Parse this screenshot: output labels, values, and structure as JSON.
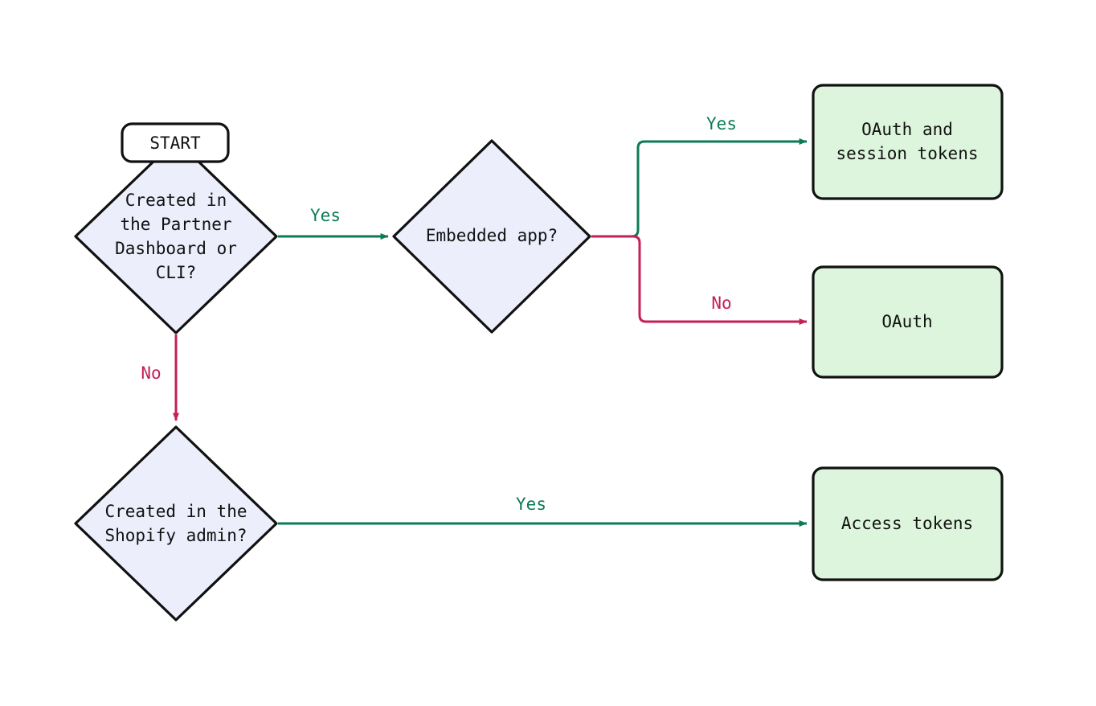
{
  "diagram": {
    "type": "flowchart",
    "orientation": "left-to-right",
    "background_color": "#ffffff",
    "colors": {
      "decision_fill": "#eceefc",
      "terminal_fill": "#ffffff",
      "result_fill": "#dcf5dc",
      "node_stroke": "#111111",
      "yes_edge": "#0b7a55",
      "no_edge": "#c51f56"
    },
    "nodes": {
      "start": {
        "label": "START",
        "shape": "rounded-rectangle"
      },
      "decision_partner": {
        "label_lines": [
          "Created in",
          "the Partner",
          "Dashboard or",
          "CLI?"
        ],
        "shape": "diamond"
      },
      "decision_embedded": {
        "label_lines": [
          "Embedded app?"
        ],
        "shape": "diamond"
      },
      "decision_admin": {
        "label_lines": [
          "Created in the",
          "Shopify admin?"
        ],
        "shape": "diamond"
      },
      "result_oauth_session": {
        "label_lines": [
          "OAuth and",
          "session tokens"
        ],
        "shape": "rounded-rectangle"
      },
      "result_oauth": {
        "label_lines": [
          "OAuth"
        ],
        "shape": "rounded-rectangle"
      },
      "result_access_tokens": {
        "label_lines": [
          "Access tokens"
        ],
        "shape": "rounded-rectangle"
      }
    },
    "edges": [
      {
        "id": "partner-yes",
        "from": "decision_partner",
        "to": "decision_embedded",
        "label": "Yes",
        "kind": "yes"
      },
      {
        "id": "partner-no",
        "from": "decision_partner",
        "to": "decision_admin",
        "label": "No",
        "kind": "no"
      },
      {
        "id": "embedded-yes",
        "from": "decision_embedded",
        "to": "result_oauth_session",
        "label": "Yes",
        "kind": "yes"
      },
      {
        "id": "embedded-no",
        "from": "decision_embedded",
        "to": "result_oauth",
        "label": "No",
        "kind": "no"
      },
      {
        "id": "admin-yes",
        "from": "decision_admin",
        "to": "result_access_tokens",
        "label": "Yes",
        "kind": "yes"
      }
    ]
  }
}
